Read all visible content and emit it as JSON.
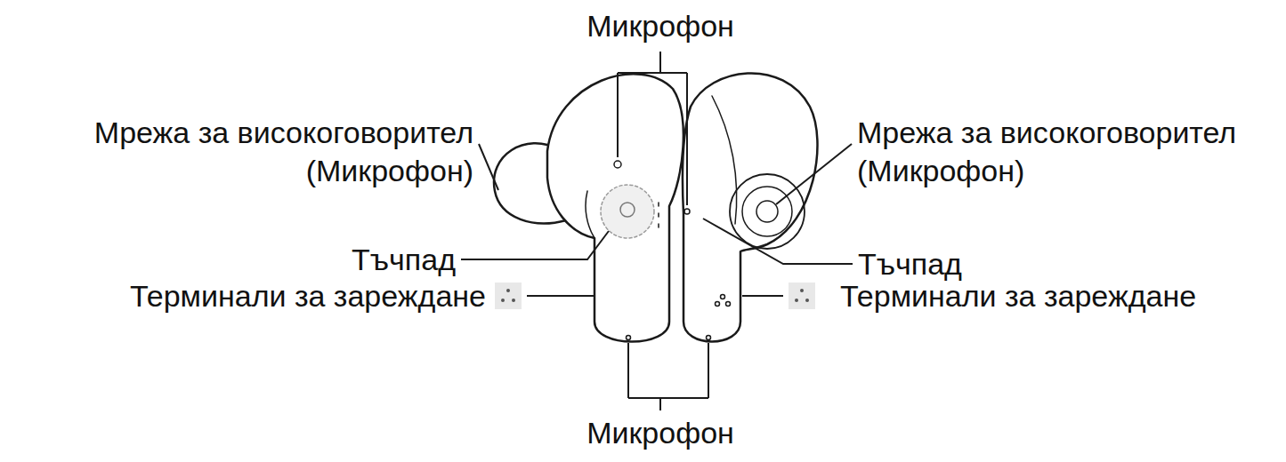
{
  "diagram": {
    "labels": [
      "Микрофон",
      "Мрежа за високоговорител (Микрофон)",
      "Мрежа за високоговорител (Микрофон)",
      "Тъчпад",
      "Тъчпад",
      "Терминали за зареждане",
      "Терминали за зареждане",
      "Микрофон"
    ]
  }
}
